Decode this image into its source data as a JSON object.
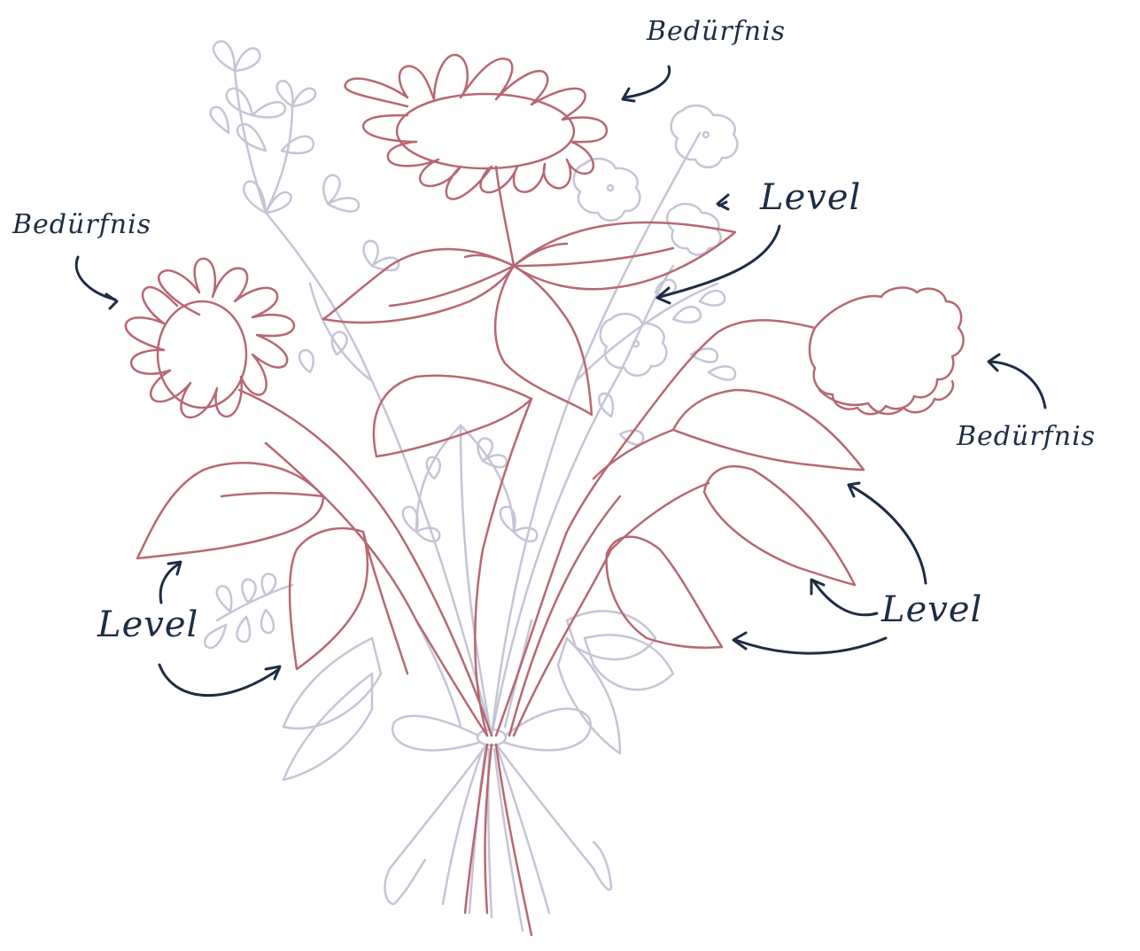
{
  "colors": {
    "highlight": "#b76872",
    "background_sketch": "#c6c4d6",
    "annotation": "#1d2d44",
    "background": "#ffffff"
  },
  "labels": {
    "need_top": "Bedürfnis",
    "need_left": "Bedürfnis",
    "need_right": "Bedürfnis",
    "level_top_right": "Level",
    "level_left": "Level",
    "level_right": "Level"
  }
}
